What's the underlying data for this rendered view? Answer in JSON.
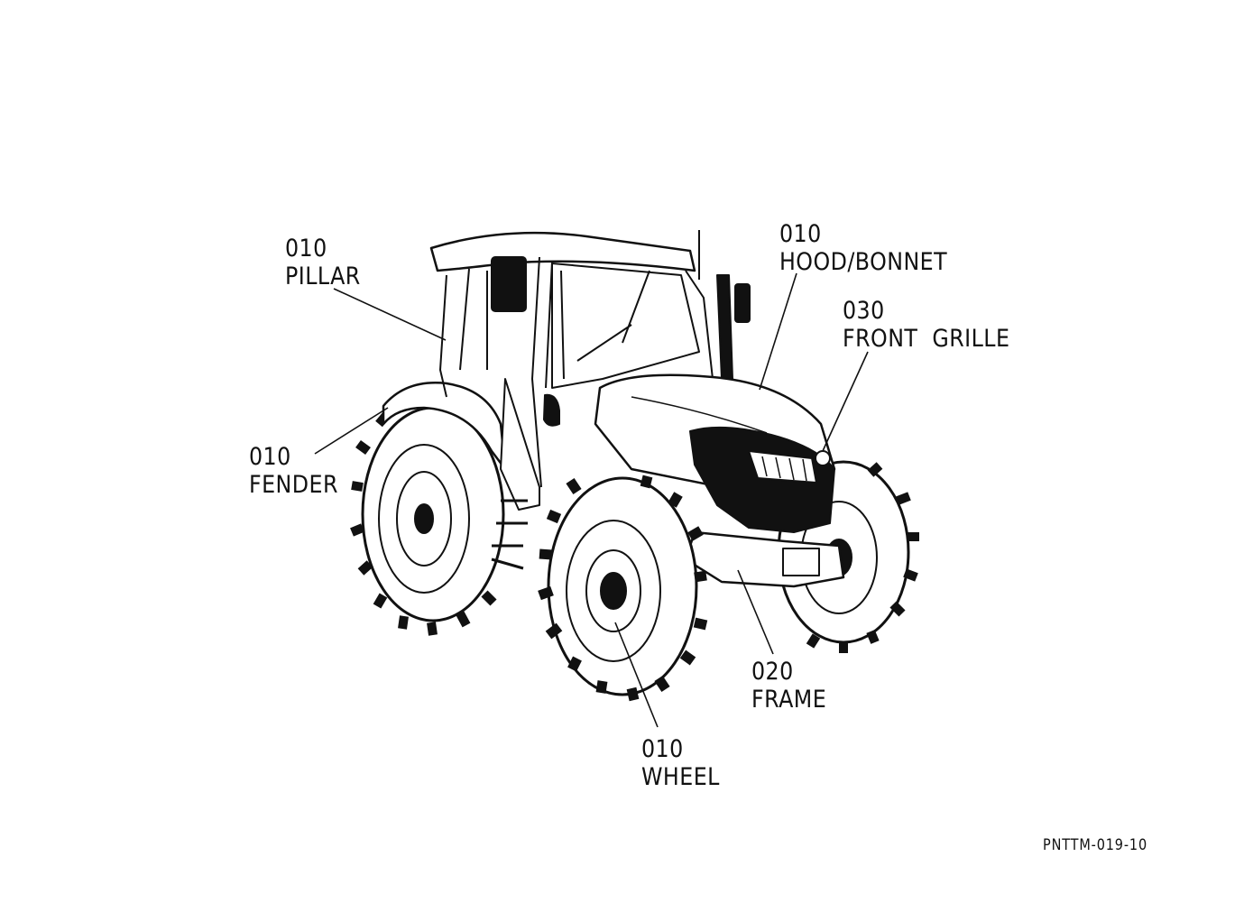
{
  "callouts": {
    "pillar": {
      "code": "010",
      "name": "PILLAR"
    },
    "hood": {
      "code": "010",
      "name": "HOOD/BONNET"
    },
    "grille": {
      "code": "030",
      "name": "FRONT  GRILLE"
    },
    "fender": {
      "code": "010",
      "name": "FENDER"
    },
    "frame": {
      "code": "020",
      "name": "FRAME"
    },
    "wheel": {
      "code": "010",
      "name": "WHEEL"
    }
  },
  "drawing_code": "PNTTM-019-10",
  "colors": {
    "line": "#111111",
    "background": "#ffffff"
  }
}
